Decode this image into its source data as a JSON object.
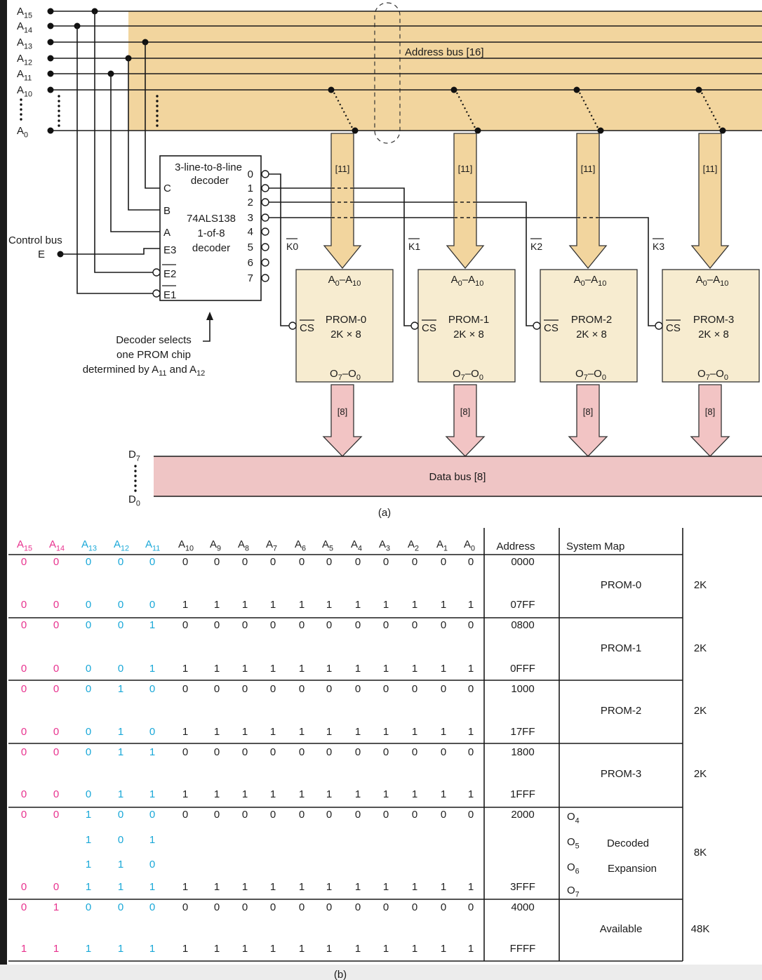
{
  "part_a": {
    "caption": "(a)",
    "address_lines": [
      {
        "name": "A",
        "sub": "15"
      },
      {
        "name": "A",
        "sub": "14"
      },
      {
        "name": "A",
        "sub": "13"
      },
      {
        "name": "A",
        "sub": "12"
      },
      {
        "name": "A",
        "sub": "11"
      },
      {
        "name": "A",
        "sub": "10"
      },
      {
        "name": "A",
        "sub": "0"
      }
    ],
    "address_bus_label": "Address bus [16]",
    "branch_width_label": "[11]",
    "data_width_label": "[8]",
    "control_bus_label": "Control bus",
    "enable_label": "E",
    "decoder": {
      "title_line1": "3-line-to-8-line",
      "title_line2": "decoder",
      "part_number": "74ALS138",
      "type_line1": "1-of-8",
      "type_line2": "decoder",
      "inputs": [
        "C",
        "B",
        "A",
        "E3",
        "E2",
        "E1"
      ],
      "outputs": [
        "0",
        "1",
        "2",
        "3",
        "4",
        "5",
        "6",
        "7"
      ]
    },
    "decoder_note_line1": "Decoder selects",
    "decoder_note_line2": "one PROM chip",
    "decoder_note_line3": "determined by A",
    "decoder_note_line3_sub1": "11",
    "decoder_note_line3_and": " and A",
    "decoder_note_line3_sub2": "12",
    "selects": [
      "K0",
      "K1",
      "K2",
      "K3"
    ],
    "proms": [
      {
        "name": "PROM-0",
        "size": "2K × 8"
      },
      {
        "name": "PROM-1",
        "size": "2K × 8"
      },
      {
        "name": "PROM-2",
        "size": "2K × 8"
      },
      {
        "name": "PROM-3",
        "size": "2K × 8"
      }
    ],
    "prom_addr_label": "A",
    "prom_addr_sub1": "0",
    "prom_addr_mid": "–A",
    "prom_addr_sub2": "10",
    "prom_out_label": "O",
    "prom_out_sub1": "7",
    "prom_out_mid": "–O",
    "prom_out_sub2": "0",
    "cs_label": "CS",
    "data_bus_label": "Data bus [8]",
    "data_lines": [
      {
        "name": "D",
        "sub": "7"
      },
      {
        "name": "D",
        "sub": "0"
      }
    ]
  },
  "part_b": {
    "caption": "(b)",
    "address_headers": [
      {
        "name": "A",
        "sub": "15"
      },
      {
        "name": "A",
        "sub": "14"
      },
      {
        "name": "A",
        "sub": "13"
      },
      {
        "name": "A",
        "sub": "12"
      },
      {
        "name": "A",
        "sub": "11"
      },
      {
        "name": "A",
        "sub": "10"
      },
      {
        "name": "A",
        "sub": "9"
      },
      {
        "name": "A",
        "sub": "8"
      },
      {
        "name": "A",
        "sub": "7"
      },
      {
        "name": "A",
        "sub": "6"
      },
      {
        "name": "A",
        "sub": "5"
      },
      {
        "name": "A",
        "sub": "4"
      },
      {
        "name": "A",
        "sub": "3"
      },
      {
        "name": "A",
        "sub": "2"
      },
      {
        "name": "A",
        "sub": "1"
      },
      {
        "name": "A",
        "sub": "0"
      }
    ],
    "address_header": "Address",
    "system_map_header": "System Map",
    "colors": {
      "magenta": "#e8338f",
      "cyan": "#1aa8d8",
      "black": "#222222"
    },
    "rows": [
      {
        "bits": [
          "0",
          "0",
          "0",
          "0",
          "0",
          "0",
          "0",
          "0",
          "0",
          "0",
          "0",
          "0",
          "0",
          "0",
          "0",
          "0"
        ],
        "addr": "0000"
      },
      {
        "bits": [
          "0",
          "0",
          "0",
          "0",
          "0",
          "1",
          "1",
          "1",
          "1",
          "1",
          "1",
          "1",
          "1",
          "1",
          "1",
          "1"
        ],
        "addr": "07FF"
      },
      {
        "bits": [
          "0",
          "0",
          "0",
          "0",
          "1",
          "0",
          "0",
          "0",
          "0",
          "0",
          "0",
          "0",
          "0",
          "0",
          "0",
          "0"
        ],
        "addr": "0800"
      },
      {
        "bits": [
          "0",
          "0",
          "0",
          "0",
          "1",
          "1",
          "1",
          "1",
          "1",
          "1",
          "1",
          "1",
          "1",
          "1",
          "1",
          "1"
        ],
        "addr": "0FFF"
      },
      {
        "bits": [
          "0",
          "0",
          "0",
          "1",
          "0",
          "0",
          "0",
          "0",
          "0",
          "0",
          "0",
          "0",
          "0",
          "0",
          "0",
          "0"
        ],
        "addr": "1000"
      },
      {
        "bits": [
          "0",
          "0",
          "0",
          "1",
          "0",
          "1",
          "1",
          "1",
          "1",
          "1",
          "1",
          "1",
          "1",
          "1",
          "1",
          "1"
        ],
        "addr": "17FF"
      },
      {
        "bits": [
          "0",
          "0",
          "0",
          "1",
          "1",
          "0",
          "0",
          "0",
          "0",
          "0",
          "0",
          "0",
          "0",
          "0",
          "0",
          "0"
        ],
        "addr": "1800"
      },
      {
        "bits": [
          "0",
          "0",
          "0",
          "1",
          "1",
          "1",
          "1",
          "1",
          "1",
          "1",
          "1",
          "1",
          "1",
          "1",
          "1",
          "1"
        ],
        "addr": "1FFF"
      },
      {
        "bits": [
          "0",
          "0",
          "1",
          "0",
          "0",
          "0",
          "0",
          "0",
          "0",
          "0",
          "0",
          "0",
          "0",
          "0",
          "0",
          "0"
        ],
        "addr": "2000"
      },
      {
        "bits": [
          "",
          "",
          "1",
          "0",
          "1",
          "",
          "",
          "",
          "",
          "",
          "",
          "",
          "",
          "",
          "",
          ""
        ],
        "addr": ""
      },
      {
        "bits": [
          "",
          "",
          "1",
          "1",
          "0",
          "",
          "",
          "",
          "",
          "",
          "",
          "",
          "",
          "",
          "",
          ""
        ],
        "addr": ""
      },
      {
        "bits": [
          "0",
          "0",
          "1",
          "1",
          "1",
          "1",
          "1",
          "1",
          "1",
          "1",
          "1",
          "1",
          "1",
          "1",
          "1",
          "1"
        ],
        "addr": "3FFF"
      },
      {
        "bits": [
          "0",
          "1",
          "0",
          "0",
          "0",
          "0",
          "0",
          "0",
          "0",
          "0",
          "0",
          "0",
          "0",
          "0",
          "0",
          "0"
        ],
        "addr": "4000"
      },
      {
        "bits": [
          "1",
          "1",
          "1",
          "1",
          "1",
          "1",
          "1",
          "1",
          "1",
          "1",
          "1",
          "1",
          "1",
          "1",
          "1",
          "1"
        ],
        "addr": "FFFF"
      }
    ],
    "blocks": [
      {
        "label": "PROM-0",
        "size": "2K"
      },
      {
        "label": "PROM-1",
        "size": "2K"
      },
      {
        "label": "PROM-2",
        "size": "2K"
      },
      {
        "label": "PROM-3",
        "size": "2K"
      },
      {
        "label": "",
        "size": "8K"
      },
      {
        "label": "Available",
        "size": "48K"
      }
    ],
    "expansion": {
      "outputs": [
        {
          "name": "O",
          "sub": "4"
        },
        {
          "name": "O",
          "sub": "5"
        },
        {
          "name": "O",
          "sub": "6"
        },
        {
          "name": "O",
          "sub": "7"
        }
      ],
      "label_line1": "Decoded",
      "label_line2": "Expansion"
    }
  }
}
